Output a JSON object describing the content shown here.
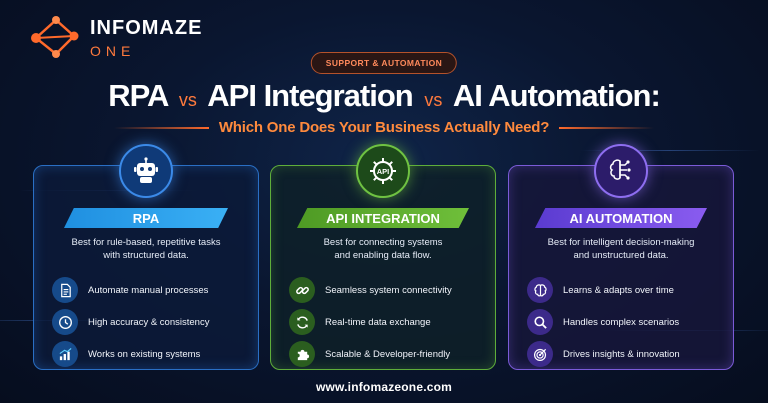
{
  "logo": {
    "name": "INFOMAZE",
    "sub": "ONE"
  },
  "pill": "SUPPORT & AUTOMATION",
  "title": {
    "part1": "RPA",
    "vs1": "vs",
    "part2": "API Integration",
    "vs2": "vs",
    "part3": "AI Automation:"
  },
  "subtitle": "Which One Does Your Business Actually Need?",
  "cards": [
    {
      "title": "RPA",
      "icon": "robot-icon",
      "desc": [
        "Best for rule-based, repetitive tasks",
        "with structured data."
      ],
      "items": [
        {
          "icon": "document-icon",
          "label": "Automate manual processes"
        },
        {
          "icon": "clock-icon",
          "label": "High accuracy & consistency"
        },
        {
          "icon": "bar-chart-icon",
          "label": "Works on existing systems"
        }
      ]
    },
    {
      "title": "API INTEGRATION",
      "icon": "api-gear-icon",
      "desc": [
        "Best for connecting systems",
        "and enabling data flow."
      ],
      "items": [
        {
          "icon": "link-icon",
          "label": "Seamless system connectivity"
        },
        {
          "icon": "sync-icon",
          "label": "Real-time data exchange"
        },
        {
          "icon": "puzzle-icon",
          "label": "Scalable & Developer-friendly"
        }
      ]
    },
    {
      "title": "AI AUTOMATION",
      "icon": "brain-circuit-icon",
      "desc": [
        "Best for intelligent decision-making",
        "and unstructured data."
      ],
      "items": [
        {
          "icon": "brain-icon",
          "label": "Learns & adapts over time"
        },
        {
          "icon": "magnifier-icon",
          "label": "Handles complex scenarios"
        },
        {
          "icon": "target-icon",
          "label": "Drives insights & innovation"
        }
      ]
    }
  ],
  "footer": "www.infomazeone.com",
  "colors": {
    "accent": "#ff7a3d",
    "rpa": "#2f9be8",
    "api": "#5fae3a",
    "ai": "#7b5bd8",
    "background": "#0a1630"
  }
}
